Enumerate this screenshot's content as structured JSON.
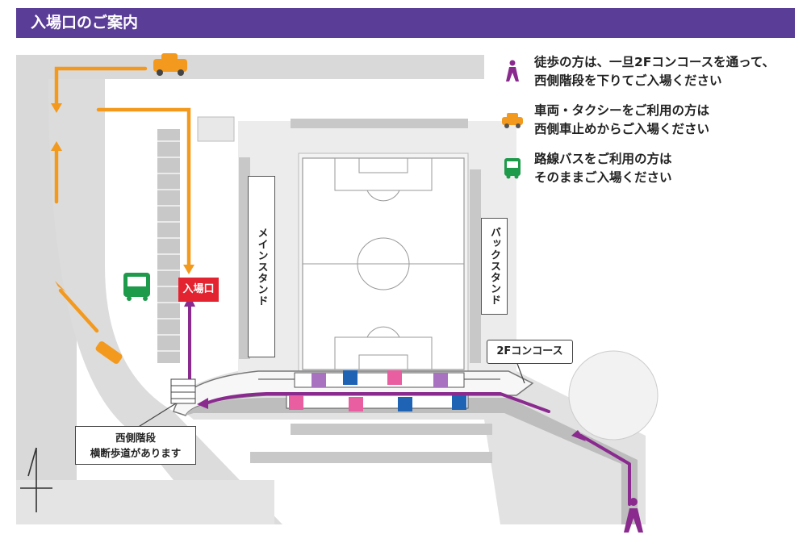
{
  "header": {
    "title": "入場口のご案内"
  },
  "legend": [
    {
      "icon": "pedestrian-icon",
      "color": "#8a2a8f",
      "lines": [
        "徒歩の方は、一旦2Fコンコースを通って、",
        "西側階段を下りてご入場ください"
      ]
    },
    {
      "icon": "taxi-icon",
      "color": "#f39a1e",
      "lines": [
        "車両・タクシーをご利用の方は",
        "西側車止めからご入場ください"
      ]
    },
    {
      "icon": "bus-icon",
      "color": "#1e9a4b",
      "lines": [
        "路線バスをご利用の方は",
        "そのままご入場ください"
      ]
    }
  ],
  "map": {
    "entrance_label": "入場口",
    "main_stand": "メインスタンド",
    "back_stand": "バックスタンド",
    "concourse_label": "2Fコンコース",
    "west_stairs": [
      "西側階段",
      "横断歩道があります"
    ],
    "colors": {
      "walk": "#8a2a8f",
      "car": "#f39a1e",
      "bus": "#1e9a4b",
      "entrance": "#e3232f",
      "header": "#5a3d96",
      "road": "#d9d9d9"
    }
  }
}
